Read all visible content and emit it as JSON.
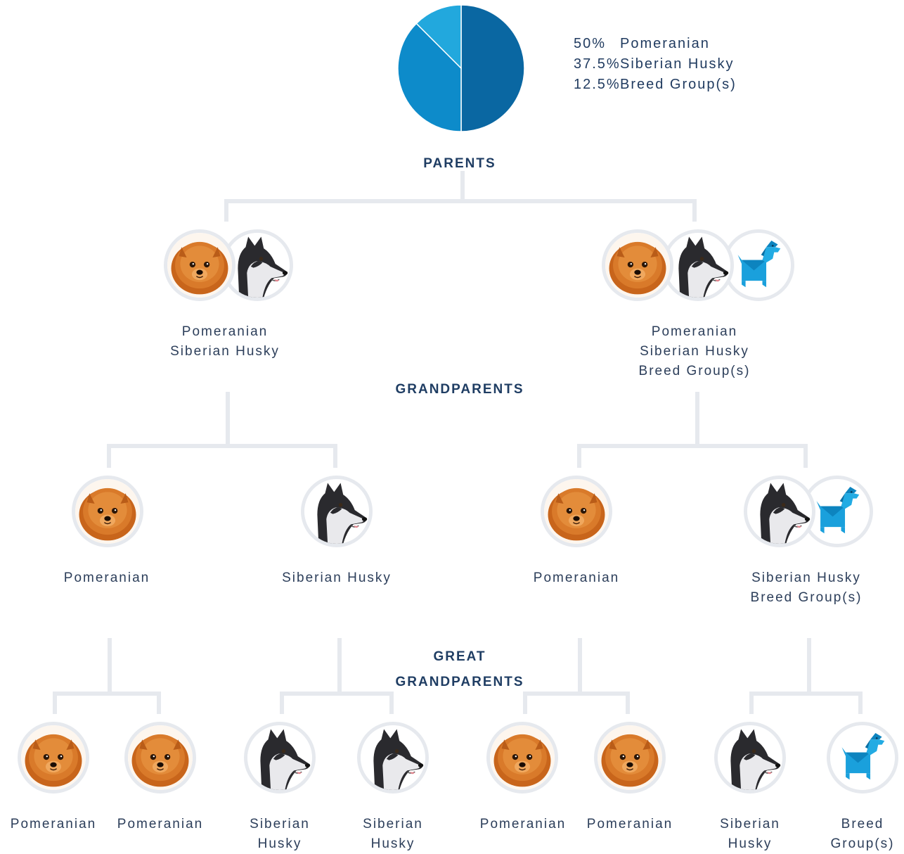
{
  "chart_data": {
    "type": "pie",
    "slices": [
      {
        "label": "Pomeranian",
        "percent_label": "50%",
        "value": 50,
        "color": "#0a67a2"
      },
      {
        "label": "Siberian Husky",
        "percent_label": "37.5%",
        "value": 37.5,
        "color": "#0d8bca"
      },
      {
        "label": "Breed Group(s)",
        "percent_label": "12.5%",
        "value": 12.5,
        "color": "#22a8dd"
      }
    ]
  },
  "sections": {
    "parents": "PARENTS",
    "grandparents": "GRANDPARENTS",
    "great_grandparents_line1": "GREAT",
    "great_grandparents_line2": "GRANDPARENTS"
  },
  "breeds": {
    "pomeranian": "Pomeranian",
    "husky": "Siberian Husky",
    "group": "Breed Group(s)"
  },
  "icons": {
    "pomeranian": "pomeranian-portrait-icon",
    "husky": "siberian-husky-portrait-icon",
    "group": "origami-dog-icon"
  },
  "parents": [
    {
      "breeds": [
        "pomeranian",
        "husky"
      ],
      "labels": [
        "Pomeranian",
        "Siberian Husky"
      ]
    },
    {
      "breeds": [
        "pomeranian",
        "husky",
        "group"
      ],
      "labels": [
        "Pomeranian",
        "Siberian Husky",
        "Breed Group(s)"
      ]
    }
  ],
  "grandparents": [
    {
      "breeds": [
        "pomeranian"
      ],
      "labels": [
        "Pomeranian"
      ]
    },
    {
      "breeds": [
        "husky"
      ],
      "labels": [
        "Siberian Husky"
      ]
    },
    {
      "breeds": [
        "pomeranian"
      ],
      "labels": [
        "Pomeranian"
      ]
    },
    {
      "breeds": [
        "husky",
        "group"
      ],
      "labels": [
        "Siberian Husky",
        "Breed Group(s)"
      ]
    }
  ],
  "great_grandparents": [
    {
      "breeds": [
        "pomeranian"
      ],
      "labels": [
        "Pomeranian"
      ]
    },
    {
      "breeds": [
        "pomeranian"
      ],
      "labels": [
        "Pomeranian"
      ]
    },
    {
      "breeds": [
        "husky"
      ],
      "labels": [
        "Siberian",
        "Husky"
      ]
    },
    {
      "breeds": [
        "husky"
      ],
      "labels": [
        "Siberian",
        "Husky"
      ]
    },
    {
      "breeds": [
        "pomeranian"
      ],
      "labels": [
        "Pomeranian"
      ]
    },
    {
      "breeds": [
        "pomeranian"
      ],
      "labels": [
        "Pomeranian"
      ]
    },
    {
      "breeds": [
        "husky"
      ],
      "labels": [
        "Siberian",
        "Husky"
      ]
    },
    {
      "breeds": [
        "group"
      ],
      "labels": [
        "Breed",
        "Group(s)"
      ]
    }
  ]
}
